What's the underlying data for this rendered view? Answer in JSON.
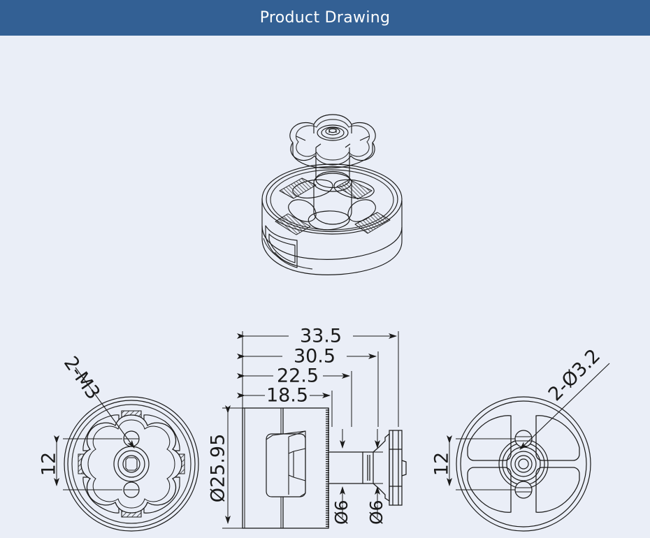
{
  "header": {
    "title": "Product Drawing"
  },
  "page": {
    "background_color": "#eaeef7",
    "header_color": "#336094",
    "line_color": "#1a1a1a"
  },
  "views": {
    "isometric": {
      "name": "isometric-motor-view",
      "description": "brushless motor 3D view"
    },
    "top": {
      "name": "top-view",
      "description": "motor top view with prop adapter"
    },
    "side": {
      "name": "side-view",
      "description": "motor side elevation with shaft"
    },
    "bottom": {
      "name": "bottom-view",
      "description": "motor bottom view with mounting holes"
    }
  },
  "dimensions": {
    "overall_length": "33.5",
    "length_b": "30.5",
    "length_c": "22.5",
    "length_d": "18.5",
    "diameter": "Ø25.95",
    "shaft_a": "Ø6",
    "shaft_b": "Ø6",
    "top_bolt_spacing": "12",
    "bottom_bolt_spacing": "12",
    "thread_callout": "2-M3",
    "hole_callout": "2-Ø3.2"
  }
}
